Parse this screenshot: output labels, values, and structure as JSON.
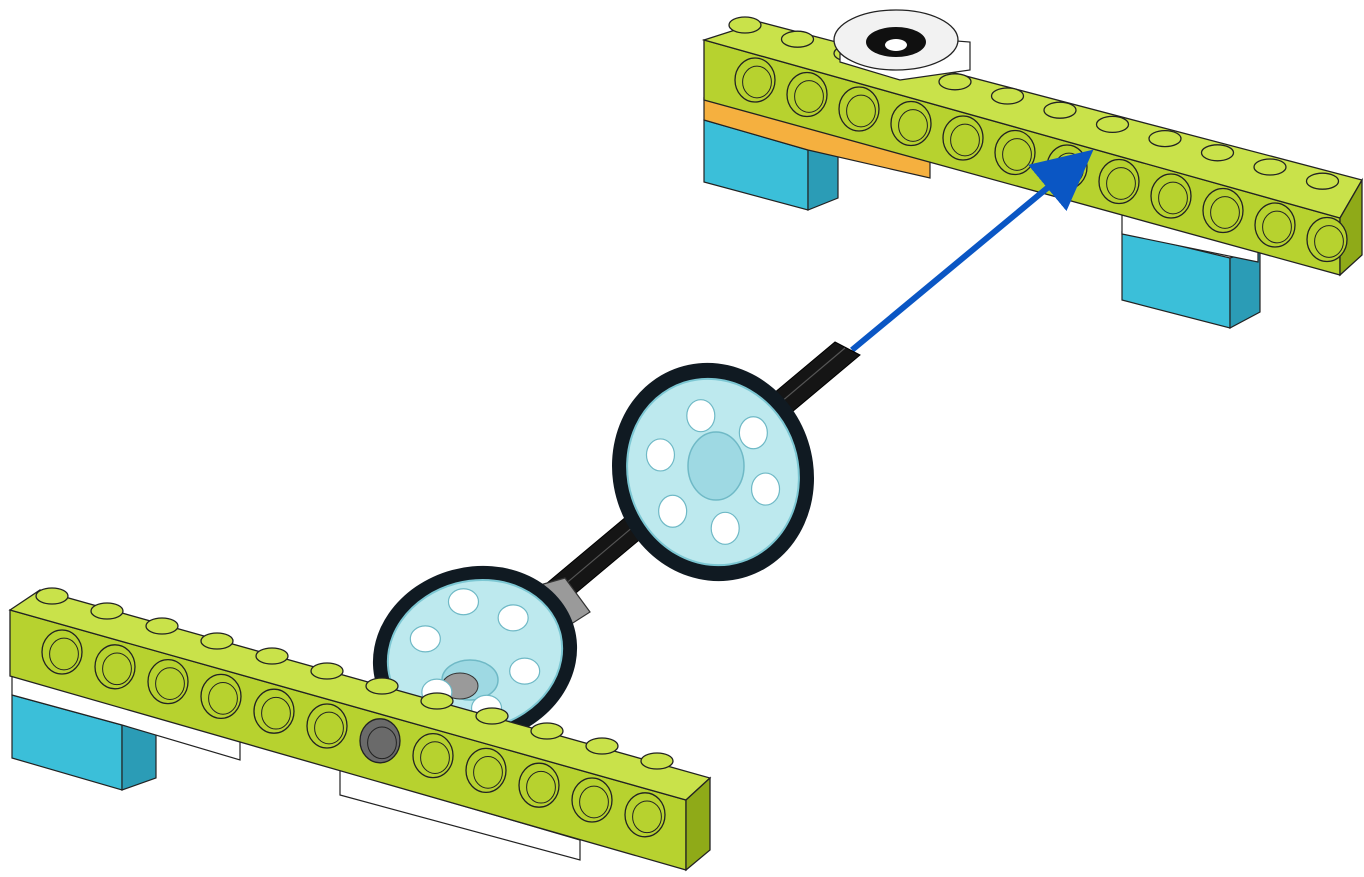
{
  "scene": {
    "caption": "",
    "parts": {
      "far_beam": {
        "holes": 12,
        "color_key": "lime"
      },
      "near_beam": {
        "holes": 12,
        "color_key": "lime"
      },
      "wheels": {
        "count": 2,
        "color_key": "trans_light_blue"
      },
      "axle": {
        "color_key": "black"
      },
      "arrow": {
        "color_key": "blue"
      }
    },
    "colors": {
      "lime": "#B7D22F",
      "lime_dark": "#8FAA18",
      "lime_top": "#C9E24A",
      "cyan": "#3BBFD9",
      "cyan_dark": "#2B9CB6",
      "orange": "#F5B03F",
      "white": "#FFFFFF",
      "tire": "#101A22",
      "hub": "#BDE9EE",
      "axle": "#151515",
      "grey": "#9A9A9A",
      "arrow": "#0A56C4"
    }
  }
}
